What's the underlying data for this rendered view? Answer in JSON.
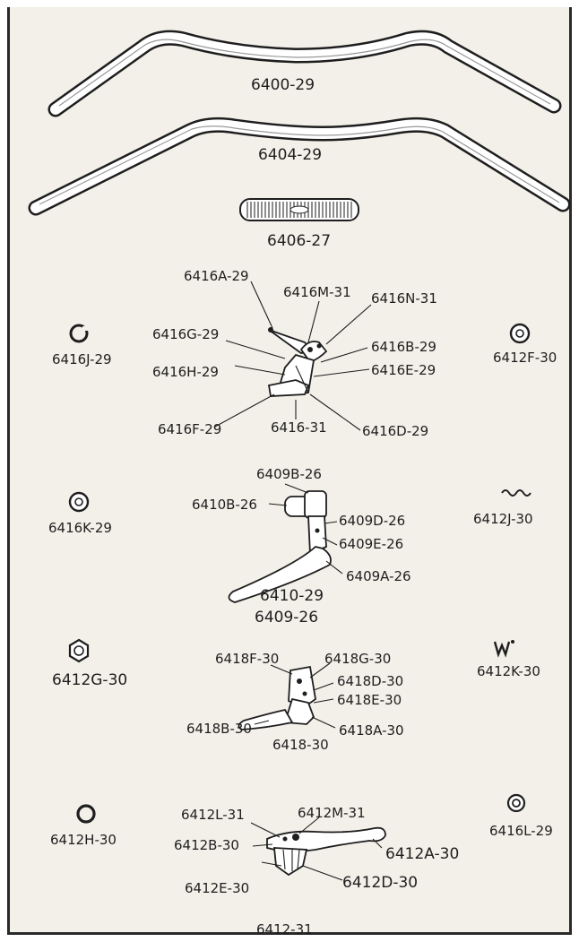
{
  "colors": {
    "ink": "#1e1e1e",
    "paper": "#f3f0e9"
  },
  "parts": {
    "bar_6400_29": "6400-29",
    "bar_6404_29": "6404-29",
    "grip_6406_27": "6406-27",
    "lever_group_6416": {
      "a": "6416A-29",
      "m": "6416M-31",
      "n": "6416N-31",
      "g": "6416G-29",
      "h": "6416H-29",
      "b": "6416B-29",
      "e": "6416E-29",
      "f": "6416F-29",
      "main": "6416-31",
      "d": "6416D-29"
    },
    "ring_6416j": "6416J-29",
    "washer_6412f": "6412F-30",
    "lever_group_6409": {
      "b": "6409B-26",
      "b2": "6410B-26",
      "d": "6409D-26",
      "e": "6409E-26",
      "a": "6409A-26",
      "main1": "6410-29",
      "main2": "6409-26"
    },
    "washer_6416k": "6416K-29",
    "spring_6412j": "6412J-30",
    "nut_6412g": "6412G-30",
    "clip_6412k": "6412K-30",
    "lever_group_6418": {
      "f": "6418F-30",
      "g": "6418G-30",
      "d": "6418D-30",
      "e": "6418E-30",
      "b": "6418B-30",
      "a": "6418A-30",
      "main": "6418-30"
    },
    "ring_6412h": "6412H-30",
    "washer_6416l": "6416L-29",
    "lever_group_6412": {
      "l": "6412L-31",
      "m": "6412M-31",
      "b": "6412B-30",
      "a": "6412A-30",
      "e": "6412E-30",
      "d": "6412D-30",
      "main": "6412-31"
    }
  }
}
